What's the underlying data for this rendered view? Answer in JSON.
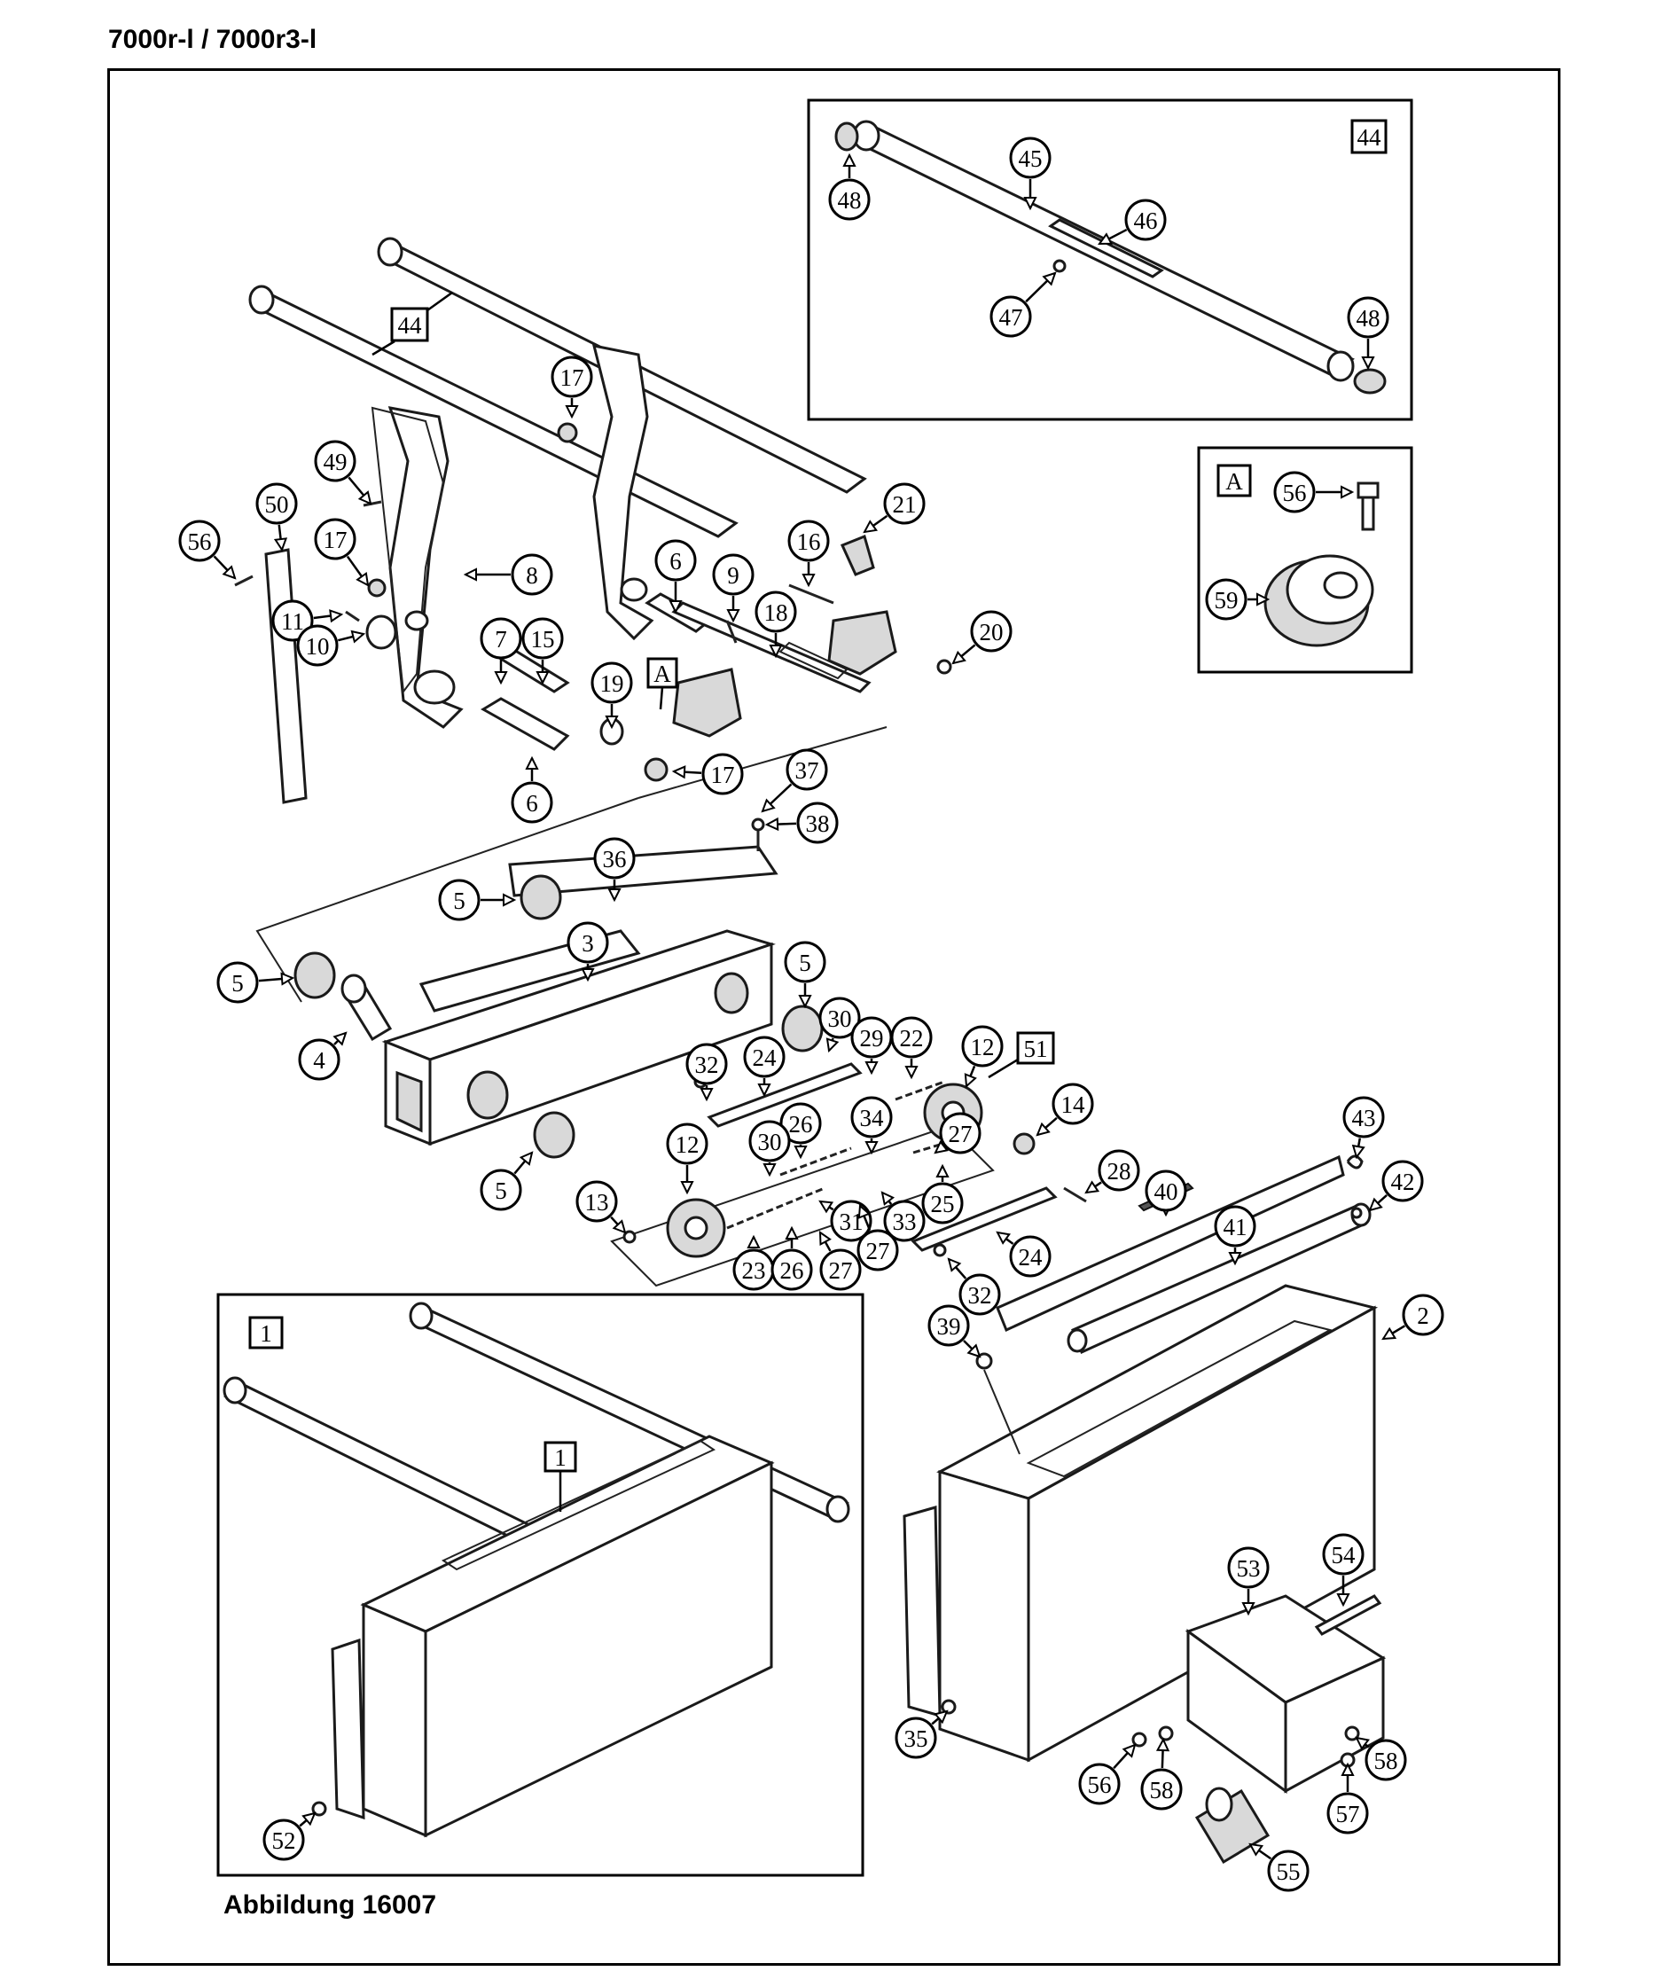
{
  "header": {
    "title": "7000r-l / 7000r3-l"
  },
  "caption": {
    "text": "Abbildung 16007"
  },
  "insets": [
    {
      "id": "44",
      "label": "44"
    },
    {
      "id": "A",
      "label": "A"
    },
    {
      "id": "1",
      "label": "1"
    }
  ],
  "square_labels": [
    {
      "id": "sq44-main",
      "text": "44"
    },
    {
      "id": "sqA-main",
      "text": "A"
    },
    {
      "id": "sq51",
      "text": "51"
    },
    {
      "id": "sq1-inner",
      "text": "1"
    }
  ],
  "callouts": [
    {
      "id": "c45",
      "text": "45"
    },
    {
      "id": "c46",
      "text": "46"
    },
    {
      "id": "c47",
      "text": "47"
    },
    {
      "id": "c48a",
      "text": "48"
    },
    {
      "id": "c48b",
      "text": "48"
    },
    {
      "id": "c56a",
      "text": "56"
    },
    {
      "id": "c59",
      "text": "59"
    },
    {
      "id": "c17a",
      "text": "17"
    },
    {
      "id": "c49",
      "text": "49"
    },
    {
      "id": "c50",
      "text": "50"
    },
    {
      "id": "c56b",
      "text": "56"
    },
    {
      "id": "c17b",
      "text": "17"
    },
    {
      "id": "c8",
      "text": "8"
    },
    {
      "id": "c21",
      "text": "21"
    },
    {
      "id": "c16",
      "text": "16"
    },
    {
      "id": "c9",
      "text": "9"
    },
    {
      "id": "c6a",
      "text": "6"
    },
    {
      "id": "c11",
      "text": "11"
    },
    {
      "id": "c10",
      "text": "10"
    },
    {
      "id": "c7",
      "text": "7"
    },
    {
      "id": "c15",
      "text": "15"
    },
    {
      "id": "c18",
      "text": "18"
    },
    {
      "id": "c20",
      "text": "20"
    },
    {
      "id": "c19",
      "text": "19"
    },
    {
      "id": "c17c",
      "text": "17"
    },
    {
      "id": "c6b",
      "text": "6"
    },
    {
      "id": "c37",
      "text": "37"
    },
    {
      "id": "c38",
      "text": "38"
    },
    {
      "id": "c36",
      "text": "36"
    },
    {
      "id": "c5a",
      "text": "5"
    },
    {
      "id": "c3",
      "text": "3"
    },
    {
      "id": "c5b",
      "text": "5"
    },
    {
      "id": "c5c",
      "text": "5"
    },
    {
      "id": "c4",
      "text": "4"
    },
    {
      "id": "c30a",
      "text": "30"
    },
    {
      "id": "c29",
      "text": "29"
    },
    {
      "id": "c22",
      "text": "22"
    },
    {
      "id": "c12a",
      "text": "12"
    },
    {
      "id": "c32a",
      "text": "32"
    },
    {
      "id": "c24a",
      "text": "24"
    },
    {
      "id": "c14",
      "text": "14"
    },
    {
      "id": "c34",
      "text": "34"
    },
    {
      "id": "c27a",
      "text": "27"
    },
    {
      "id": "c26a",
      "text": "26"
    },
    {
      "id": "c30b",
      "text": "30"
    },
    {
      "id": "c12b",
      "text": "12"
    },
    {
      "id": "c5d",
      "text": "5"
    },
    {
      "id": "c25",
      "text": "25"
    },
    {
      "id": "c28",
      "text": "28"
    },
    {
      "id": "c13",
      "text": "13"
    },
    {
      "id": "c31",
      "text": "31"
    },
    {
      "id": "c33",
      "text": "33"
    },
    {
      "id": "c27b",
      "text": "27"
    },
    {
      "id": "c23",
      "text": "23"
    },
    {
      "id": "c26b",
      "text": "26"
    },
    {
      "id": "c27c",
      "text": "27"
    },
    {
      "id": "c24b",
      "text": "24"
    },
    {
      "id": "c43",
      "text": "43"
    },
    {
      "id": "c40",
      "text": "40"
    },
    {
      "id": "c41",
      "text": "41"
    },
    {
      "id": "c42",
      "text": "42"
    },
    {
      "id": "c32b",
      "text": "32"
    },
    {
      "id": "c39",
      "text": "39"
    },
    {
      "id": "c2",
      "text": "2"
    },
    {
      "id": "c53",
      "text": "53"
    },
    {
      "id": "c54",
      "text": "54"
    },
    {
      "id": "c35",
      "text": "35"
    },
    {
      "id": "c56c",
      "text": "56"
    },
    {
      "id": "c58a",
      "text": "58"
    },
    {
      "id": "c58b",
      "text": "58"
    },
    {
      "id": "c57",
      "text": "57"
    },
    {
      "id": "c55",
      "text": "55"
    },
    {
      "id": "c52",
      "text": "52"
    }
  ]
}
